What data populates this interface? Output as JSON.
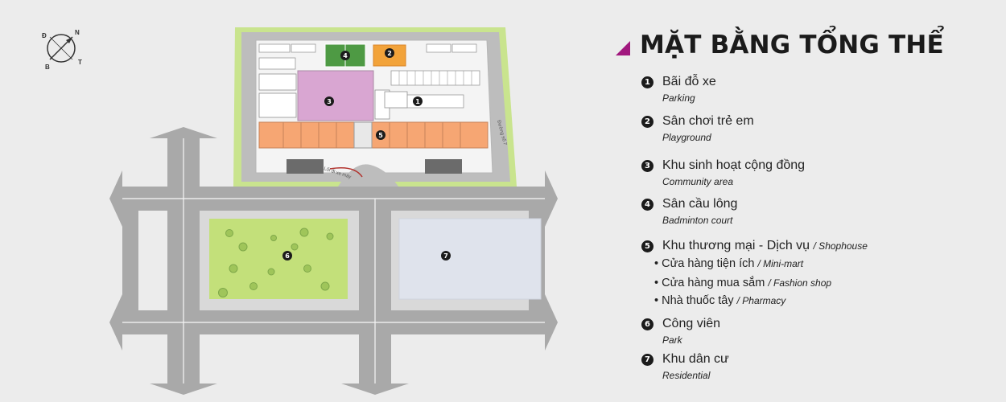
{
  "compass": {
    "d": "Đ",
    "n": "N",
    "b": "B",
    "t": "T"
  },
  "map_labels": {
    "road_label_right": "Đường số 7",
    "road_label_entry": "Lối đi xe máy",
    "markers": [
      "1",
      "2",
      "3",
      "4",
      "5",
      "6",
      "7"
    ]
  },
  "legend": {
    "title": "MẶT BẰNG TỔNG THỂ",
    "items": [
      {
        "num": "1",
        "vi": "Bãi đỗ xe",
        "en": "Parking"
      },
      {
        "num": "2",
        "vi": "Sân chơi trẻ em",
        "en": "Playground"
      },
      {
        "num": "3",
        "vi": "Khu sinh hoạt cộng đồng",
        "en": "Community area"
      },
      {
        "num": "4",
        "vi": "Sân cầu lông",
        "en": "Badminton court"
      },
      {
        "num": "5",
        "vi": "Khu thương mại - Dịch vụ",
        "en": "/ Shophouse"
      },
      {
        "num": "6",
        "vi": "Công viên",
        "en": "Park"
      },
      {
        "num": "7",
        "vi": "Khu dân cư",
        "en": "Residential"
      }
    ],
    "subitems": [
      {
        "vi": "• Cửa hàng tiện ích",
        "en": "/ Mini-mart"
      },
      {
        "vi": "• Cửa hàng mua sắm",
        "en": "/ Fashion shop"
      },
      {
        "vi": "•  Nhà  thuốc tây",
        "en": "/ Pharmacy"
      }
    ]
  },
  "colors": {
    "background": "#ececec",
    "road": "#a9a9a9",
    "park": "#c3e07a",
    "residential": "#dfe3ec",
    "building": "#ffffff",
    "shophouse": "#f6a673",
    "community": "#d9a6d2",
    "badminton": "#4e9a44",
    "playground": "#f2a33a",
    "lawn": "#c9e48e",
    "accent": "#a1187e"
  }
}
